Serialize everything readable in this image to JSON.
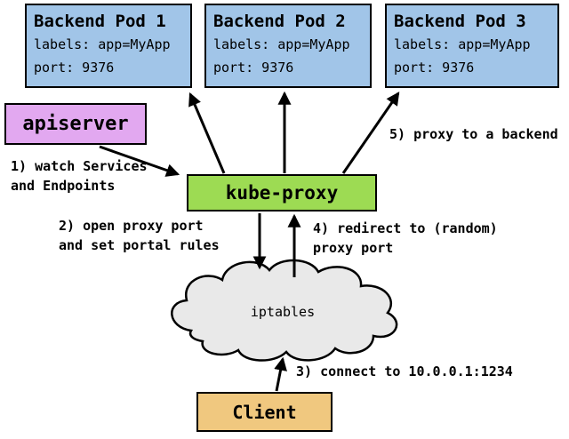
{
  "colors": {
    "background": "#ffffff",
    "outline": "#000000",
    "pod_fill": "#a1c5e8",
    "apiserver_fill": "#e2a8f0",
    "kube_proxy_fill": "#9ddb53",
    "client_fill": "#f0c87f",
    "cloud_fill": "#e9e9e9"
  },
  "pods": [
    {
      "title": "Backend Pod 1",
      "labels": "labels: app=MyApp",
      "port": "port: 9376"
    },
    {
      "title": "Backend Pod 2",
      "labels": "labels: app=MyApp",
      "port": "port: 9376"
    },
    {
      "title": "Backend Pod 3",
      "labels": "labels: app=MyApp",
      "port": "port: 9376"
    }
  ],
  "apiserver": {
    "label": "apiserver"
  },
  "kube_proxy": {
    "label": "kube-proxy"
  },
  "iptables": {
    "label": "iptables"
  },
  "client": {
    "label": "Client"
  },
  "steps": {
    "step1": "1) watch Services\nand Endpoints",
    "step2": "2) open proxy port\nand set portal rules",
    "step3": "3) connect to 10.0.0.1:1234",
    "step4": "4) redirect to (random)\nproxy port",
    "step5": "5) proxy to a backend"
  }
}
